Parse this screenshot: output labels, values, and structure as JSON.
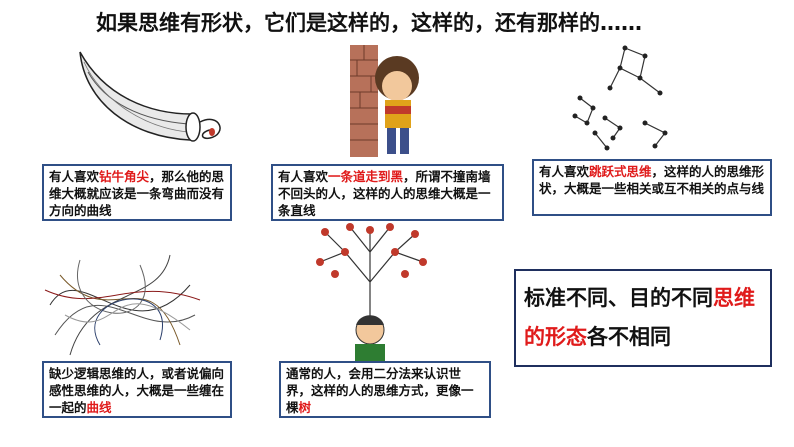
{
  "title": "如果思维有形状，它们是这样的，这样的，还有那样的……",
  "boxes": {
    "horn": {
      "pre": "有人喜欢",
      "hl": "钻牛角尖",
      "post": "，那么他的思维大概就应该是一条弯曲而没有方向的曲线"
    },
    "wall": {
      "pre": "有人喜欢",
      "hl": "一条道走到黑",
      "post": "，所谓不撞南墙不回头的人，这样的人的思维大概是一条直线"
    },
    "jump": {
      "pre": "有人喜欢",
      "hl": "跳跃式思维",
      "post": "，这样的人的思维形状，大概是一些相关或互不相关的点与线"
    },
    "tangle": {
      "pre": "缺少逻辑思维的人，或者说偏向感性思维的人，大概是一些缠在一起的",
      "hl": "曲线",
      "post": ""
    },
    "tree": {
      "pre": "通常的人，会用二分法来认识世界，这样的人的思维方式，更像一棵",
      "hl": "树",
      "post": ""
    }
  },
  "summary": {
    "pre": "标准不同、目的不同",
    "hl": "思维的形态",
    "post": "各不相同"
  },
  "colors": {
    "highlight": "#e01b1b",
    "box_border": "#2f4f86"
  }
}
